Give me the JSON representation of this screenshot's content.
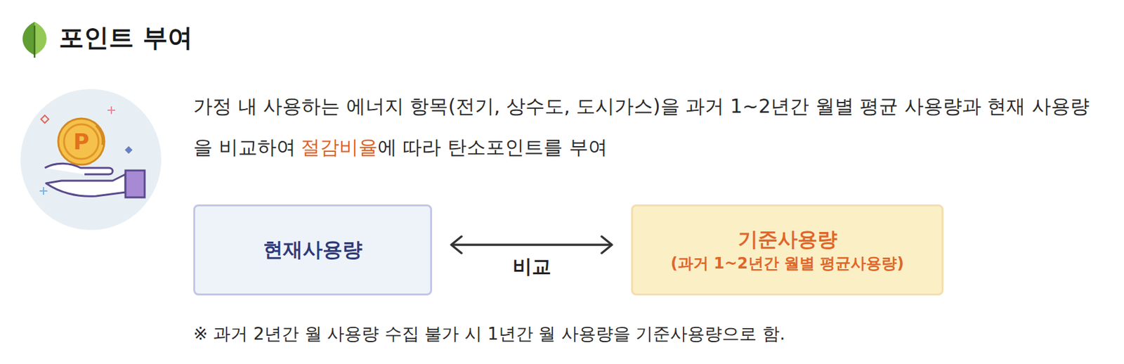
{
  "diagram": {
    "title": "포인트 부여",
    "nodes": [
      {
        "text": [
          "현재사용량"
        ]
      },
      {
        "text": [
          "기준사용량",
          "(과거 1~2년간 월별 평균사용량)"
        ]
      }
    ],
    "edges": [
      {
        "from": 0,
        "to": 1,
        "label": "비교",
        "arrow": "both"
      }
    ],
    "labels": [
      "P",
      "가정 내 사용하는 에너지 항목(전기, 상수도, 도시가스)을 과거 1~2년간 월별 평균 사용량과 현재 사용량을 비교하여",
      "절감비율",
      "에 따라 탄소포인트를 부여",
      "※ 과거 2년간 월 사용량 수집 불가 시 1년간 월 사용량을 기준사용량으로 함."
    ]
  }
}
